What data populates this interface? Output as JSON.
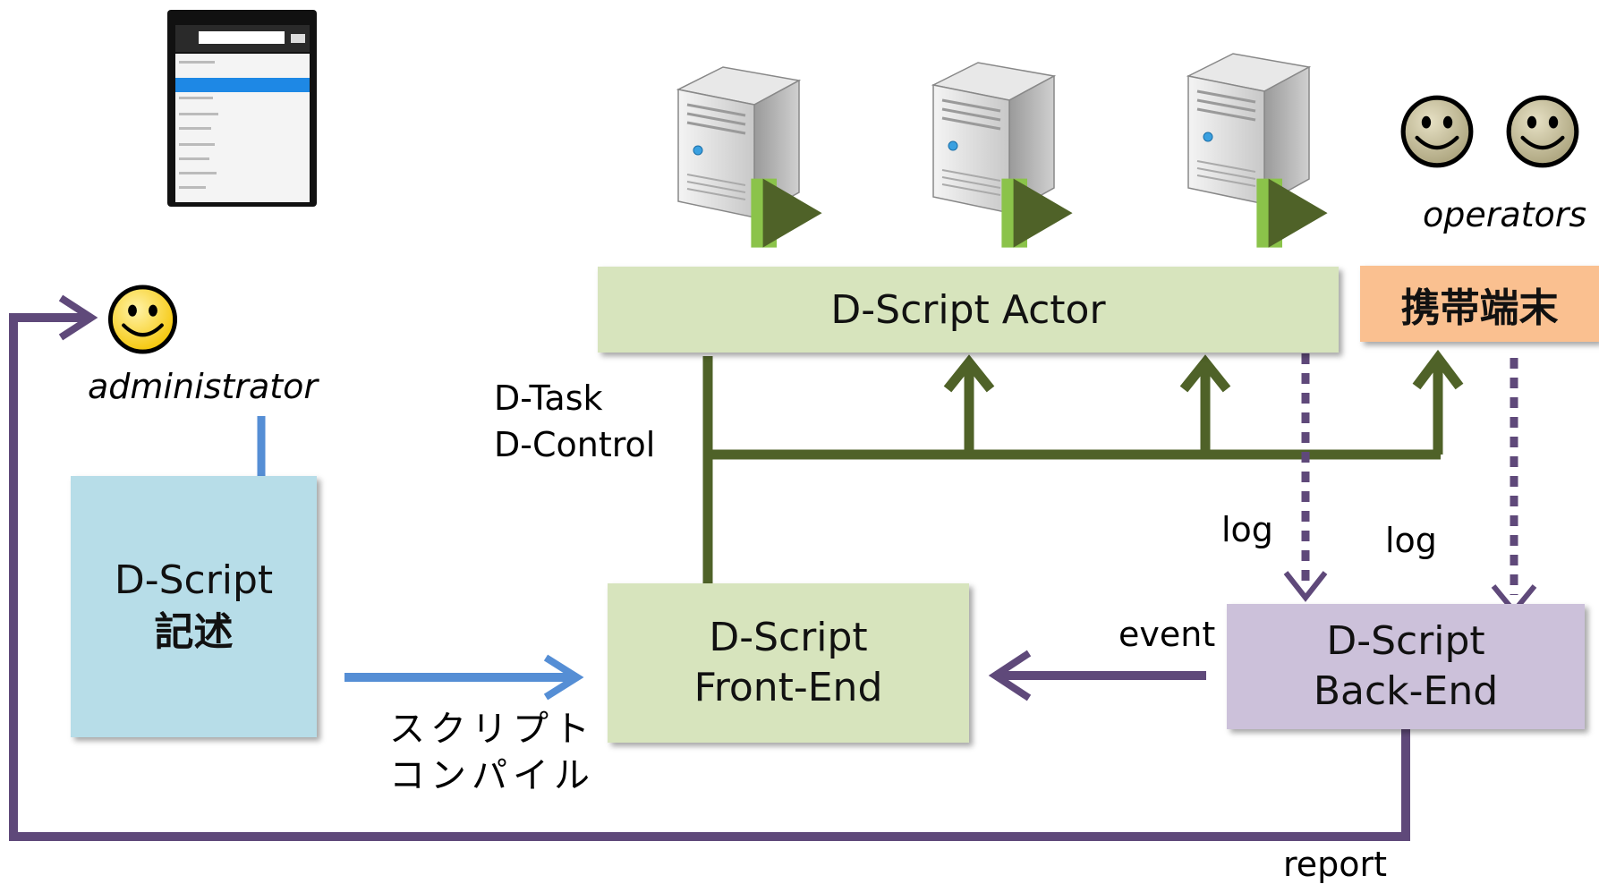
{
  "diagram": {
    "actor_label": "D-Script Actor",
    "mobile_label": "携帯端末",
    "script_box": {
      "line1": "D-Script",
      "line2": "記述"
    },
    "frontend_box": {
      "line1": "D-Script",
      "line2": "Front-End"
    },
    "backend_box": {
      "line1": "D-Script",
      "line2": "Back-End"
    },
    "operators_label": "operators",
    "administrator_label": "administrator",
    "dtask_label": "D-Task",
    "dcontrol_label": "D-Control",
    "log_left_label": "log",
    "log_right_label": "log",
    "event_label": "event",
    "compile_line1": "スクリプト",
    "compile_line2": "コンパイル",
    "report_label": "report"
  },
  "colors": {
    "actor_fill": "#d7e4bd",
    "frontend_fill": "#d7e4bd",
    "mobile_fill": "#fac090",
    "script_fill": "#b7dde8",
    "backend_fill": "#ccc1da",
    "green_arrow": "#4f6228",
    "purple_arrow": "#5f497a",
    "blue_arrow": "#558ed5",
    "smiley_admin": "#ffd84a",
    "smiley_operator": "#c4bd97"
  },
  "icons": [
    "tablet-screenshot-icon",
    "server-icon",
    "play-icon",
    "smiley-face-icon"
  ]
}
